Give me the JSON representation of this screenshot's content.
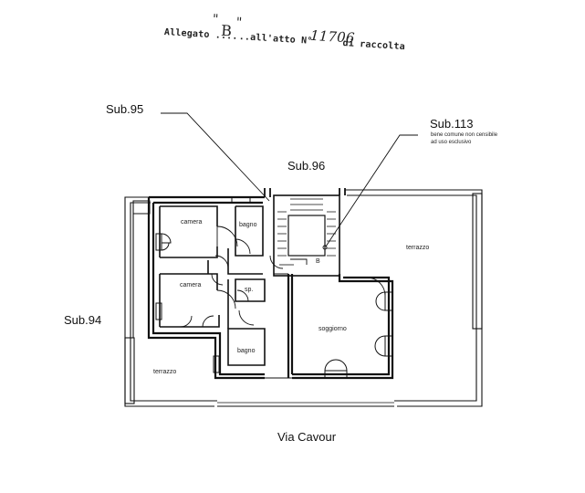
{
  "stamp": {
    "quote_open": "\"",
    "quote_close": "\"",
    "prefix": "Allegato ....",
    "letter": "B",
    "middle": "..all'atto N°",
    "number": "11706",
    "suffix": "di raccolta"
  },
  "units": {
    "sub95": "Sub.95",
    "sub96": "Sub.96",
    "sub113": "Sub.113",
    "sub113_note_1": "bene comune non censibile",
    "sub113_note_2": "ad uso esclusivo",
    "sub94": "Sub.94"
  },
  "rooms": {
    "camera_1": "camera",
    "bagno_1": "bagno",
    "camera_2": "camera",
    "ripostiglio": "sp.",
    "bagno_2": "bagno",
    "soggiorno": "soggiorno",
    "terrazzo_left": "terrazzo",
    "terrazzo_right": "terrazzo",
    "stair_mark": "B"
  },
  "street": "Via Cavour"
}
